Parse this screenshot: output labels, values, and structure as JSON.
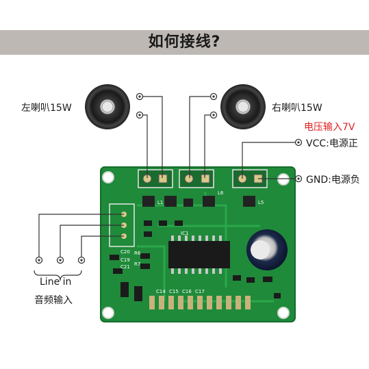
{
  "header": {
    "title": "如何接线?"
  },
  "labels": {
    "left_speaker": "左喇叭15W",
    "right_speaker": "右喇叭15W",
    "voltage_note": "电压输入7V",
    "vcc": "VCC:电源正",
    "gnd": "GND:电源负",
    "line_in": "Line in",
    "audio_input": "音频输入"
  },
  "board_marks": {
    "ic1": "IC1",
    "l1": "L1",
    "l5": "L5",
    "l6": "L6",
    "c19": "C19",
    "c20": "C20",
    "c21": "C21",
    "c14": "C14",
    "c15": "C15",
    "c16": "C16",
    "c17": "C17",
    "r6": "R6",
    "r7": "R7"
  },
  "colors": {
    "pcb": "#1f8a3a",
    "pcb_dark": "#156c2c",
    "trace": "#2aa84a",
    "header_bar": "#bdb8b4",
    "wire": "#333333",
    "accent_red": "#e02020"
  }
}
